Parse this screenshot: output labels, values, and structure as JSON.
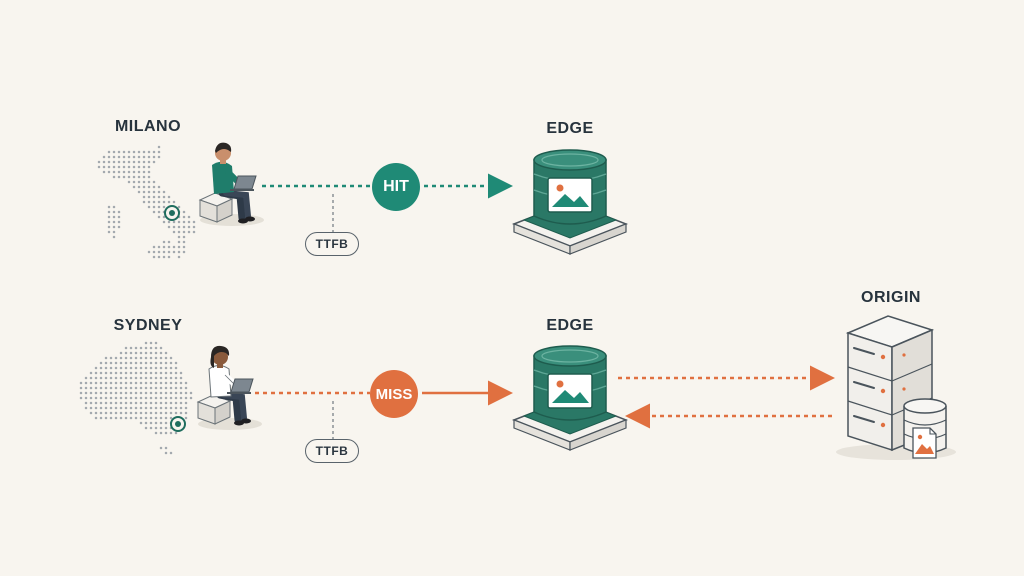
{
  "colors": {
    "background": "#f8f5ef",
    "hit": "#1f8a76",
    "miss": "#e07040",
    "edge_body": "#2a7866",
    "text": "#27333d"
  },
  "rows": [
    {
      "location": "MILANO",
      "status": "HIT",
      "metric": "TTFB",
      "cache": "EDGE",
      "map_icon": "italy-map-icon",
      "user_icon": "man-with-laptop-icon"
    },
    {
      "location": "SYDNEY",
      "status": "MISS",
      "metric": "TTFB",
      "cache": "EDGE",
      "map_icon": "australia-map-icon",
      "user_icon": "woman-with-laptop-icon"
    }
  ],
  "origin": {
    "label": "ORIGIN",
    "icon": "origin-server-icon"
  }
}
